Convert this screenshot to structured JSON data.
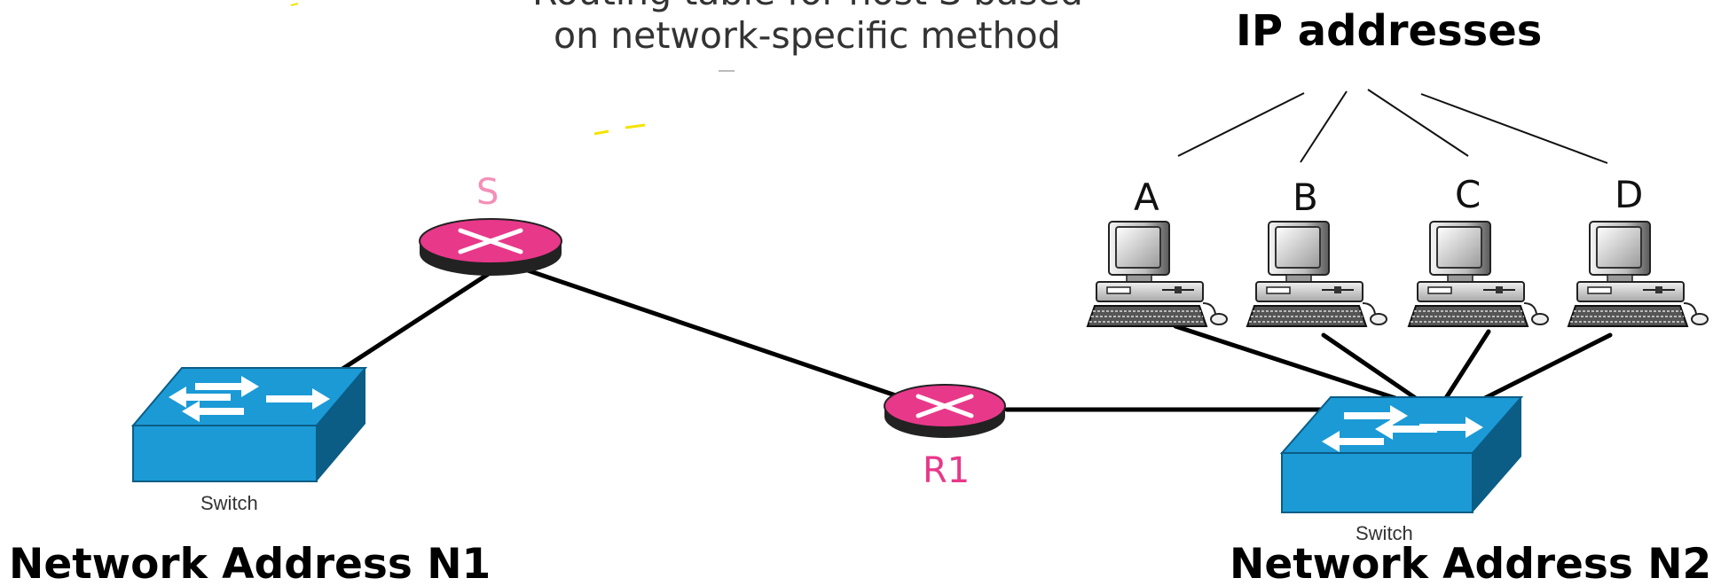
{
  "caption": {
    "line1": "Routing table for host S based",
    "line2": "on network-specific method"
  },
  "ip_header": "IP addresses",
  "hosts": [
    {
      "letter": "A"
    },
    {
      "letter": "B"
    },
    {
      "letter": "C"
    },
    {
      "letter": "D"
    }
  ],
  "routers": {
    "s": {
      "label": "S"
    },
    "r1": {
      "label": "R1"
    }
  },
  "switches": {
    "left": {
      "label": "Switch"
    },
    "right": {
      "label": "Switch"
    }
  },
  "networks": {
    "n1": "Network Address N1",
    "n2": "Network Address N2"
  },
  "colors": {
    "router": "#e8388a",
    "router_label": "#e8388a",
    "router_label_s": "#f48fb8",
    "switch": "#1b9ad6",
    "switch_dark": "#0a6e9e",
    "switch_side": "#0b5d86"
  }
}
